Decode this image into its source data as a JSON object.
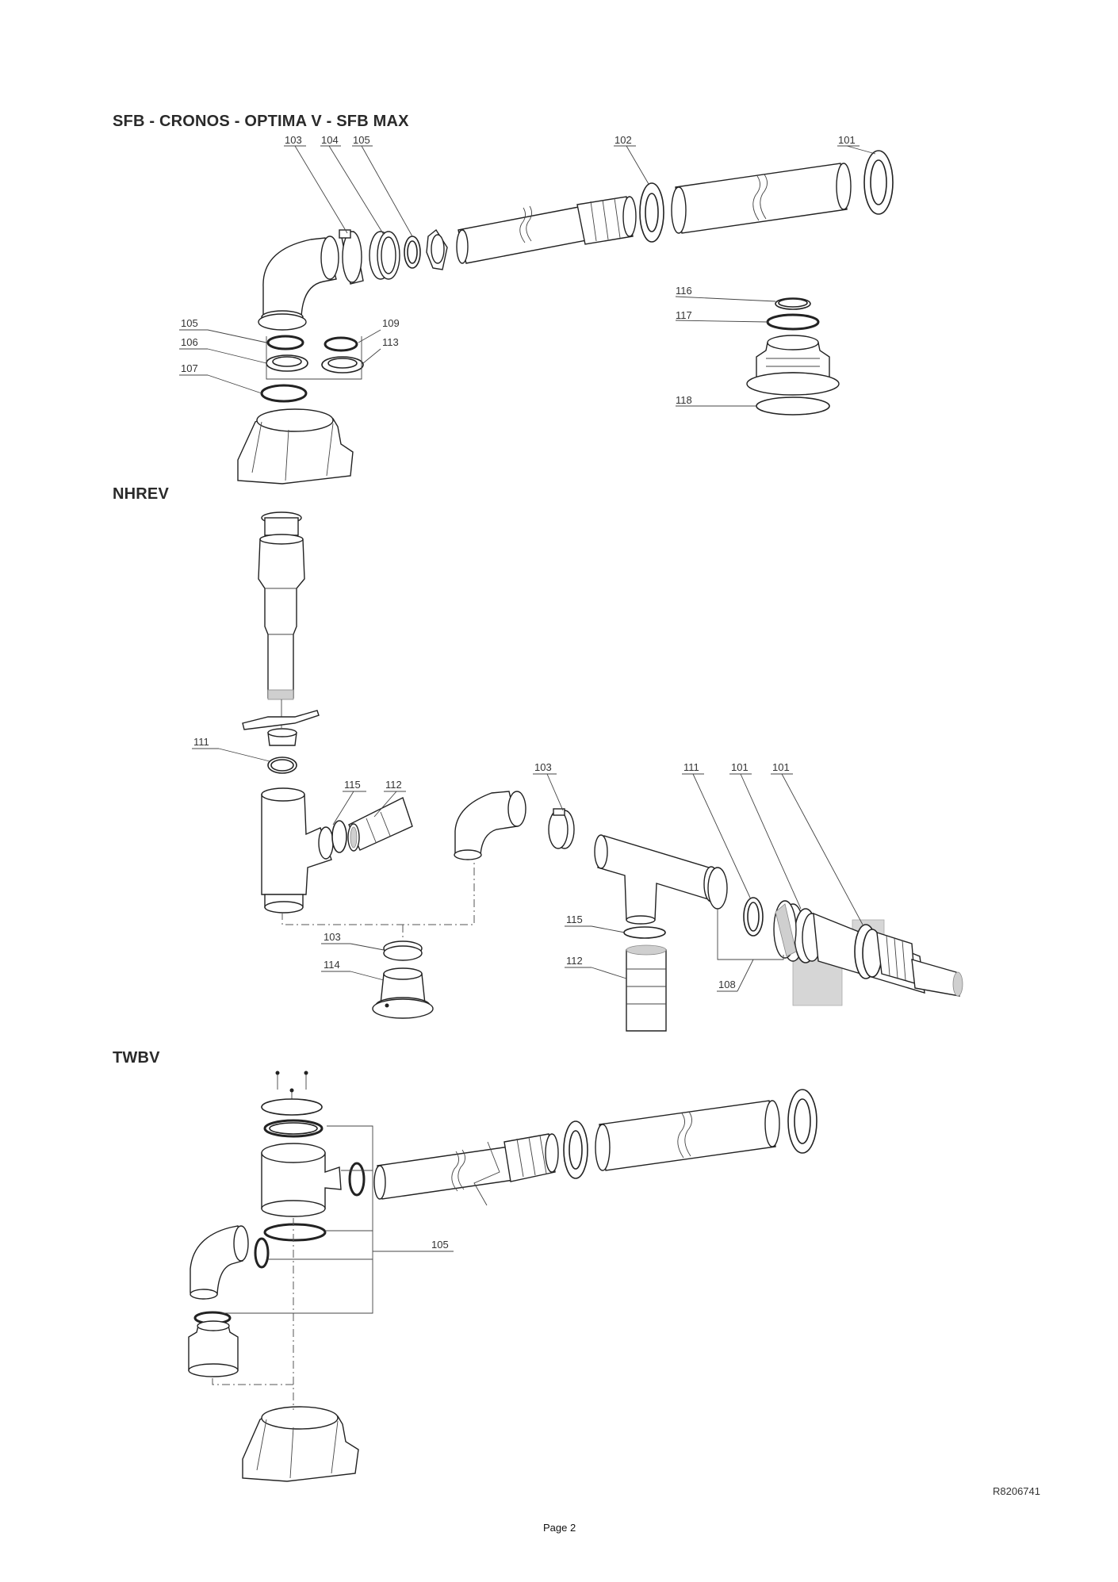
{
  "sections": {
    "sfb": {
      "title": "SFB - CRONOS - OPTIMA V - SFB MAX",
      "labels": {
        "l103": "103",
        "l104": "104",
        "l105a": "105",
        "l102": "102",
        "l101": "101",
        "l116": "116",
        "l117": "117",
        "l118": "118",
        "l105b": "105",
        "l106": "106",
        "l107": "107",
        "l109": "109",
        "l113": "113"
      }
    },
    "nhrev": {
      "title": "NHREV",
      "labels": {
        "l111a": "111",
        "l115a": "115",
        "l112a": "112",
        "l103a": "103",
        "l111b": "111",
        "l101a": "101",
        "l101b": "101",
        "l103b": "103",
        "l114": "114",
        "l115b": "115",
        "l112b": "112",
        "l108": "108"
      }
    },
    "twbv": {
      "title": "TWBV",
      "labels": {
        "l105": "105"
      }
    }
  },
  "footer": {
    "ref_code": "R8206741",
    "page_label": "Page 2"
  }
}
